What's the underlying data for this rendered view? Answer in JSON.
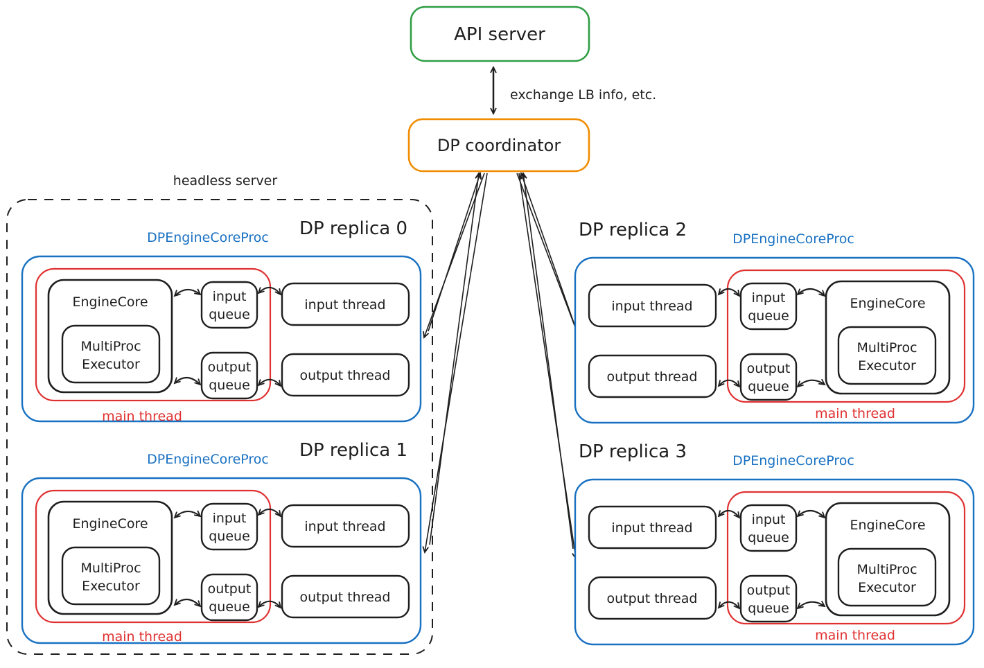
{
  "colors": {
    "green": "#2f9e44",
    "orange": "#f08c00",
    "blue": "#1971c2",
    "red": "#e03131",
    "ink": "#1e1e1e",
    "background": "#ffffff"
  },
  "api_server": {
    "label": "API server"
  },
  "dp_coordinator": {
    "label": "DP coordinator"
  },
  "api_coordinator_link": {
    "label": "exchange LB info, etc."
  },
  "headless_server": {
    "label": "headless server"
  },
  "replica_labels": {
    "proc": "DPEngineCoreProc",
    "engine_core": "EngineCore",
    "multiproc_line1": "MultiProc",
    "multiproc_line2": "Executor",
    "input_queue_line1": "input",
    "input_queue_line2": "queue",
    "output_queue_line1": "output",
    "output_queue_line2": "queue",
    "input_thread": "input thread",
    "output_thread": "output thread",
    "main_thread": "main thread"
  },
  "replicas": [
    {
      "title": "DP replica 0"
    },
    {
      "title": "DP replica 1"
    },
    {
      "title": "DP replica 2"
    },
    {
      "title": "DP replica 3"
    }
  ]
}
